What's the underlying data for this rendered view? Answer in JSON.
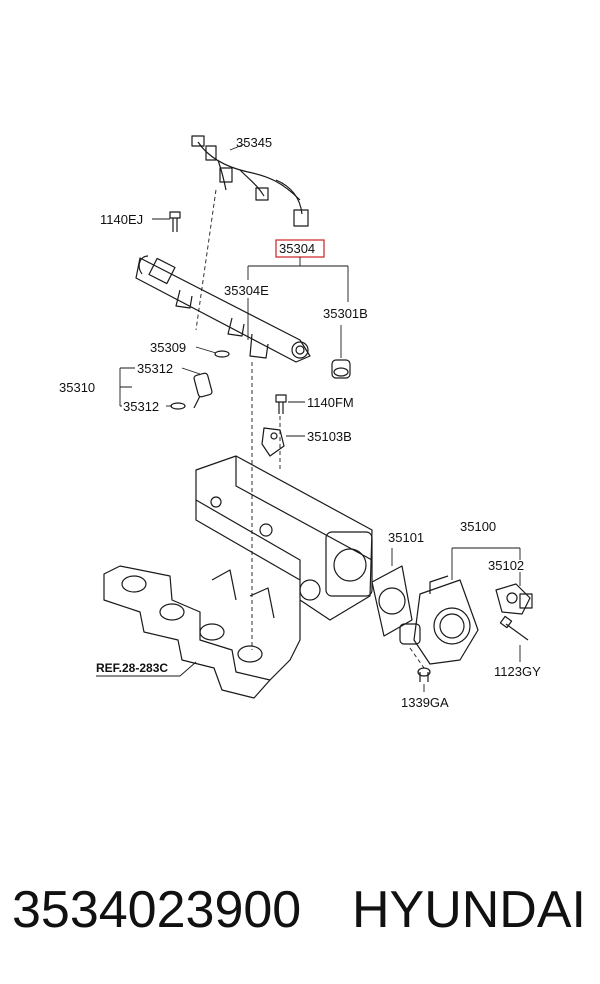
{
  "labels": {
    "harness": "35345",
    "bolt_top": "1140EJ",
    "assembly": "35304",
    "rail": "35304E",
    "regulator": "35301B",
    "oring_top": "35309",
    "injector_group": "35310",
    "oring_upper": "35312",
    "oring_lower": "35312",
    "bolt_bracket": "1140FM",
    "bracket": "35103B",
    "gasket": "35101",
    "throttle_body": "35100",
    "sensor": "35102",
    "screw": "1123GY",
    "fitting": "1339GA",
    "ref": "REF.28-283C"
  },
  "footer": {
    "part_number": "3534023900",
    "brand": "HYUNDAI"
  },
  "colors": {
    "highlight_box": "#cc2222",
    "line": "#1a1a1a"
  }
}
